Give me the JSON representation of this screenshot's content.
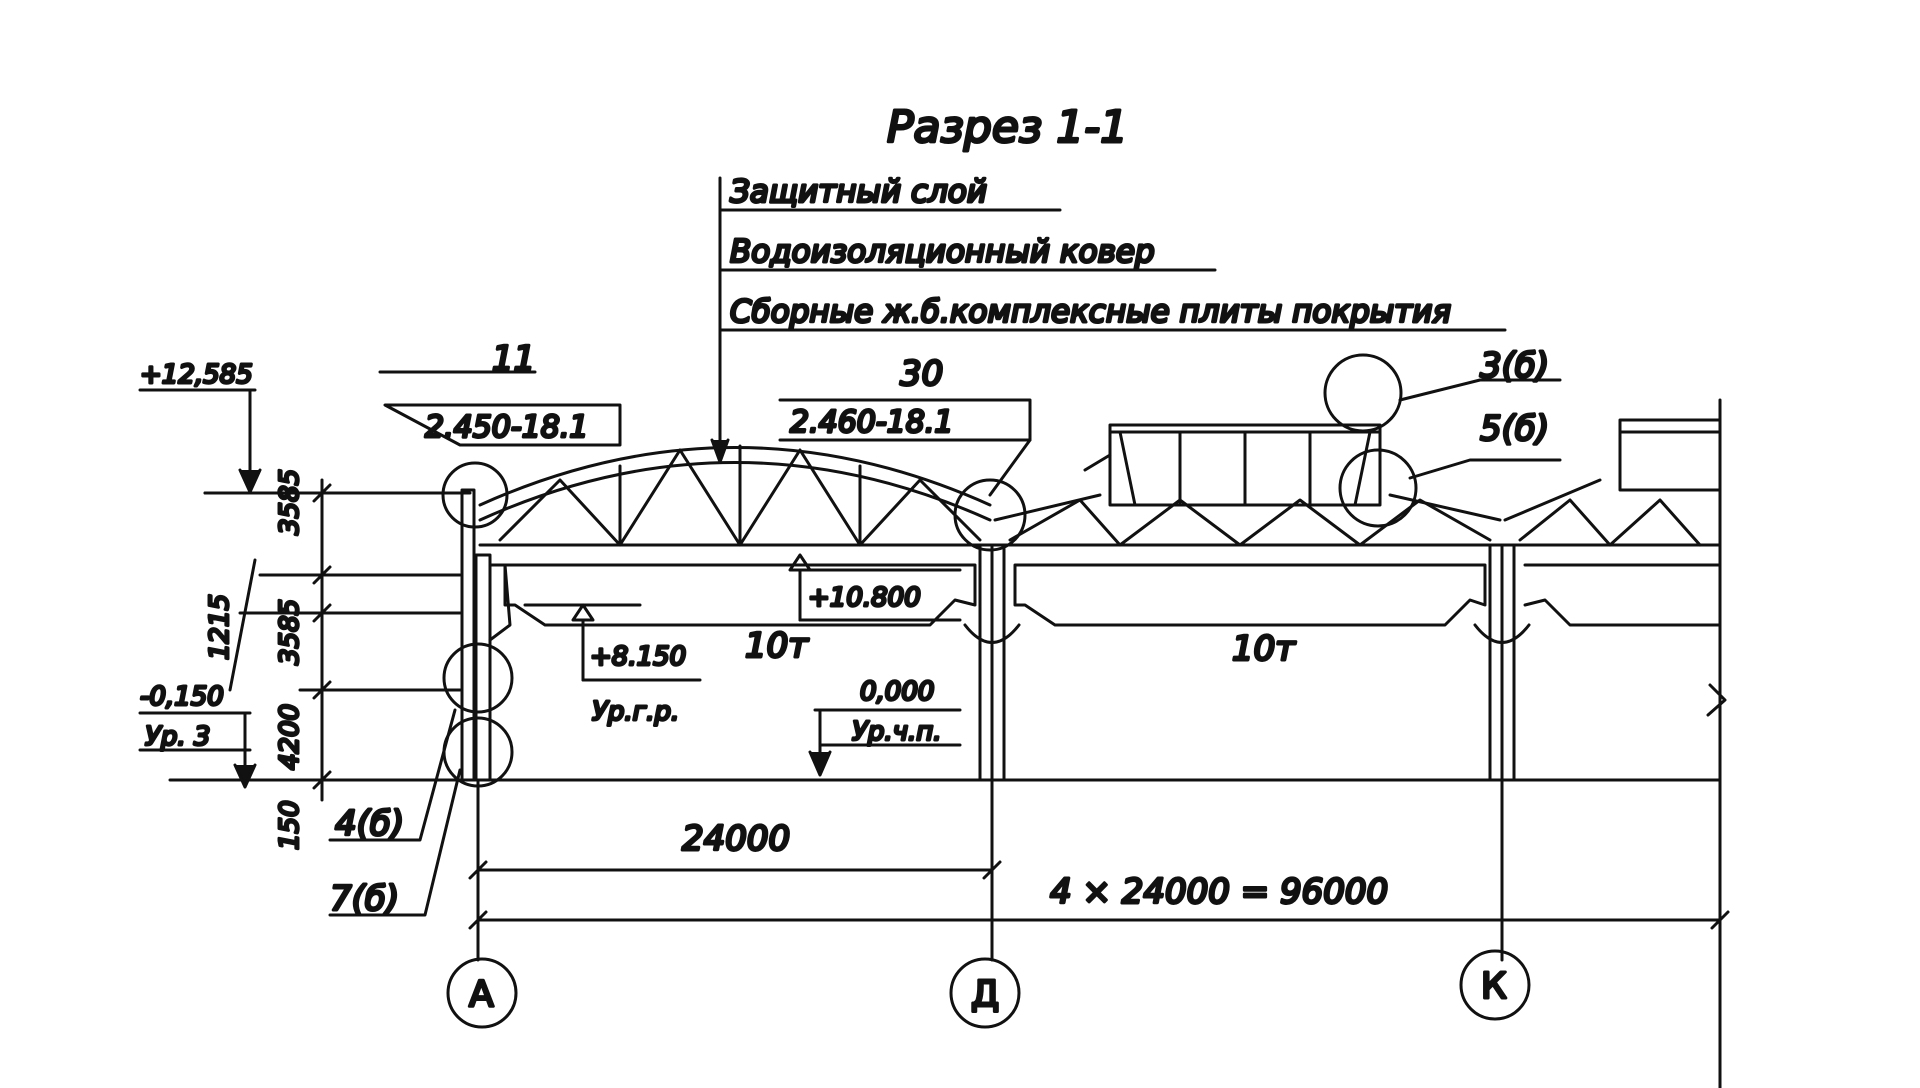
{
  "title": "Разрез 1-1",
  "layers": {
    "protective": "Защитный слой",
    "waterproof": "Водоизоляционный ковер",
    "slabs": "Сборные ж.б.комплексные плиты покрытия"
  },
  "callouts": {
    "node11": "11",
    "node11_ref": "2.450-18.1",
    "node30": "30",
    "node30_ref": "2.460-18.1",
    "node3b": "3(б)",
    "node5b": "5(б)",
    "node4b": "4(б)",
    "node7b": "7(б)"
  },
  "elevations": {
    "top": "+12,585",
    "truss_bottom": "+10.800",
    "crane_rail": "+8.150",
    "crane_rail_label": "Ур.г.р.",
    "floor": "0,000",
    "floor_label": "Ур.ч.п.",
    "foundation": "-0,150",
    "foundation_label": "Ур. 3"
  },
  "vertical_dims": {
    "d3585_top": "3585",
    "d1215": "1215",
    "d3585_mid": "3585",
    "d4200": "4200",
    "d150": "150"
  },
  "cranes": {
    "left": "10т",
    "right": "10т"
  },
  "spans": {
    "single": "24000",
    "total": "4 × 24000 = 96000"
  },
  "axes": {
    "a": "А",
    "d": "Д",
    "k": "К"
  }
}
